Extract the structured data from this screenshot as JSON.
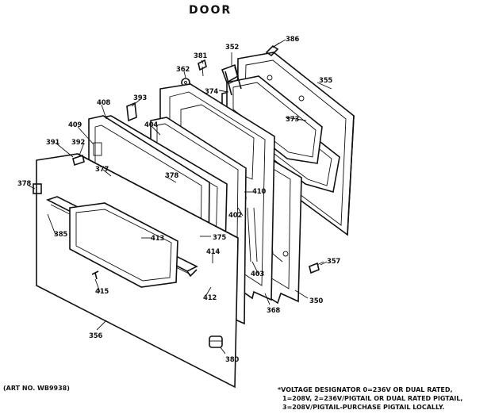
{
  "diagram": {
    "title": "DOOR",
    "art_no": "(ART NO. WB9938)",
    "notes": [
      "*VOLTAGE DESIGNATOR 0=236V OR DUAL RATED,",
      "1=208V, 2=236V/PIGTAIL OR DUAL RATED PIGTAIL,",
      "3=208V/PIGTAIL-PURCHASE PIGTAIL LOCALLY."
    ],
    "part_labels": {
      "p386": "386",
      "p352": "352",
      "p355": "355",
      "p381": "381",
      "p362": "362",
      "p374": "374",
      "p373": "373",
      "p393": "393",
      "p408": "408",
      "p404": "404",
      "p409": "409",
      "p391": "391",
      "p392": "392",
      "p377": "377",
      "p378a": "378",
      "p378b": "378",
      "p410": "410",
      "p402": "402",
      "p385": "385",
      "p413": "413",
      "p375": "375",
      "p414": "414",
      "p412": "412",
      "p403": "403",
      "p357": "357",
      "p368": "368",
      "p350": "350",
      "p415": "415",
      "p356": "356",
      "p380": "380"
    }
  }
}
